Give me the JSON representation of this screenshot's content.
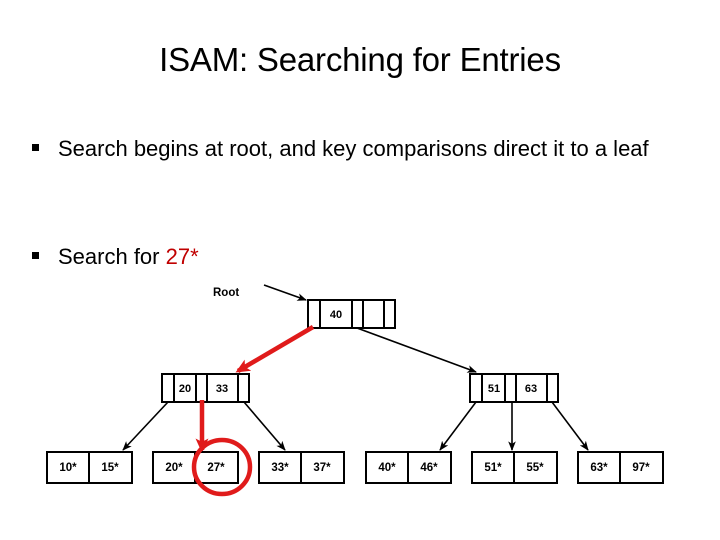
{
  "slide": {
    "title": "ISAM: Searching for Entries",
    "bullets": [
      {
        "marker": "square-bullet",
        "text": "Search begins at root, and key comparisons direct it to a leaf"
      },
      {
        "marker": "square-bullet",
        "prefix": "Search for ",
        "highlight": "27*",
        "highlight_color": "#C00000"
      }
    ]
  },
  "diagram": {
    "root_caption": "Root",
    "search_key": "27*",
    "highlight_color": "#E01B1B",
    "root_node": {
      "name": "root-node",
      "keys": [
        "40"
      ]
    },
    "inner_nodes": [
      {
        "name": "inner-node-left",
        "keys": [
          "20",
          "33"
        ]
      },
      {
        "name": "inner-node-right",
        "keys": [
          "51",
          "63"
        ]
      }
    ],
    "leaf_nodes": [
      {
        "name": "leaf-node-1",
        "entries": [
          "10*",
          "15*"
        ]
      },
      {
        "name": "leaf-node-2",
        "entries": [
          "20*",
          "27*"
        ],
        "highlighted_entry": "27*"
      },
      {
        "name": "leaf-node-3",
        "entries": [
          "33*",
          "37*"
        ]
      },
      {
        "name": "leaf-node-4",
        "entries": [
          "40*",
          "46*"
        ]
      },
      {
        "name": "leaf-node-5",
        "entries": [
          "51*",
          "55*"
        ]
      },
      {
        "name": "leaf-node-6",
        "entries": [
          "63*",
          "97*"
        ]
      }
    ]
  }
}
